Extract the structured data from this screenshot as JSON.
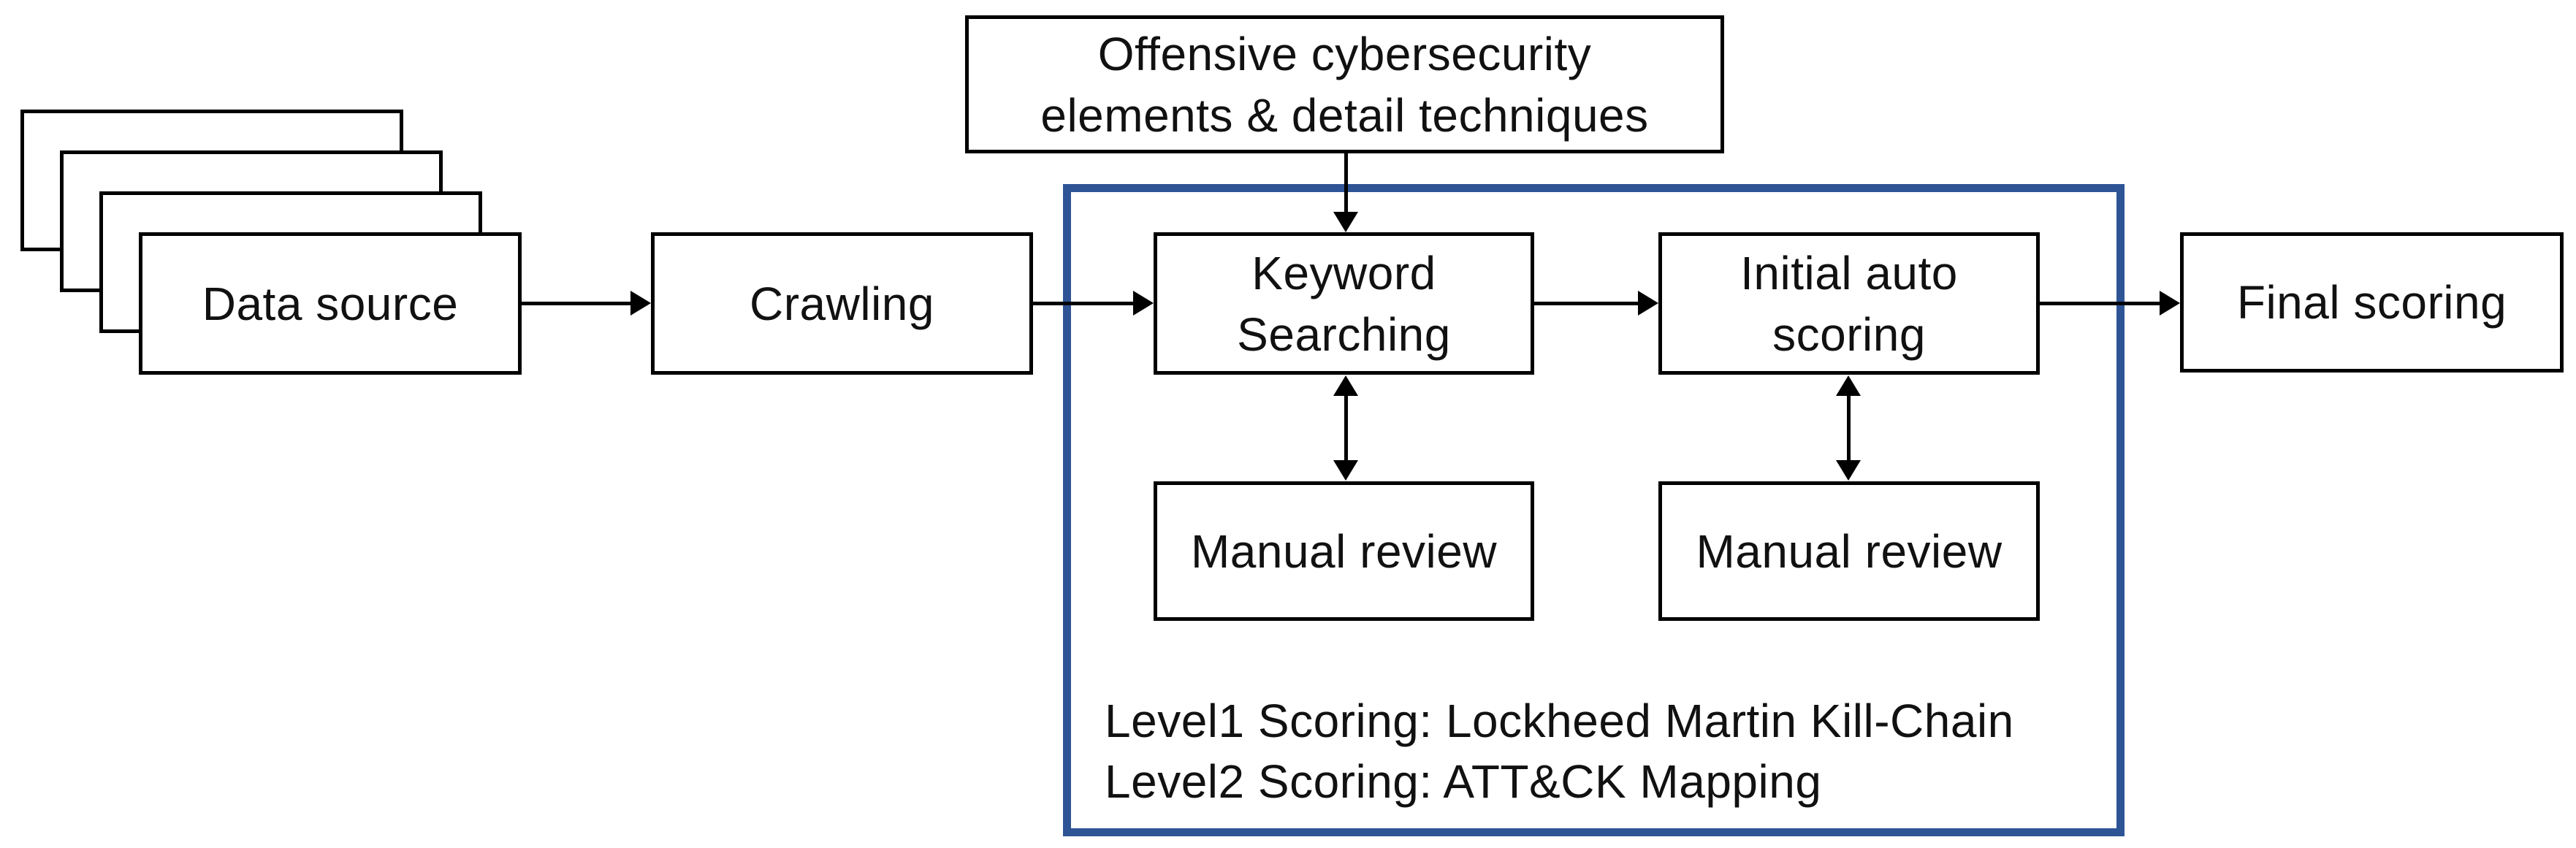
{
  "diagram": {
    "accent_blue": "#2e5496",
    "line_black": "#000000",
    "nodes": {
      "data_source": {
        "label": "Data source"
      },
      "crawling": {
        "label": "Crawling"
      },
      "offensive_input": {
        "line1": "Offensive cybersecurity",
        "line2": "elements & detail techniques"
      },
      "keyword_searching": {
        "line1": "Keyword",
        "line2": "Searching"
      },
      "initial_auto_scoring": {
        "line1": "Initial auto",
        "line2": "scoring"
      },
      "manual_review_left": {
        "label": "Manual review"
      },
      "manual_review_right": {
        "label": "Manual review"
      },
      "final_scoring": {
        "label": "Final scoring"
      }
    },
    "scoring_container": {
      "notes": [
        "Level1 Scoring: Lockheed Martin Kill-Chain",
        "Level2 Scoring: ATT&CK Mapping"
      ]
    }
  }
}
